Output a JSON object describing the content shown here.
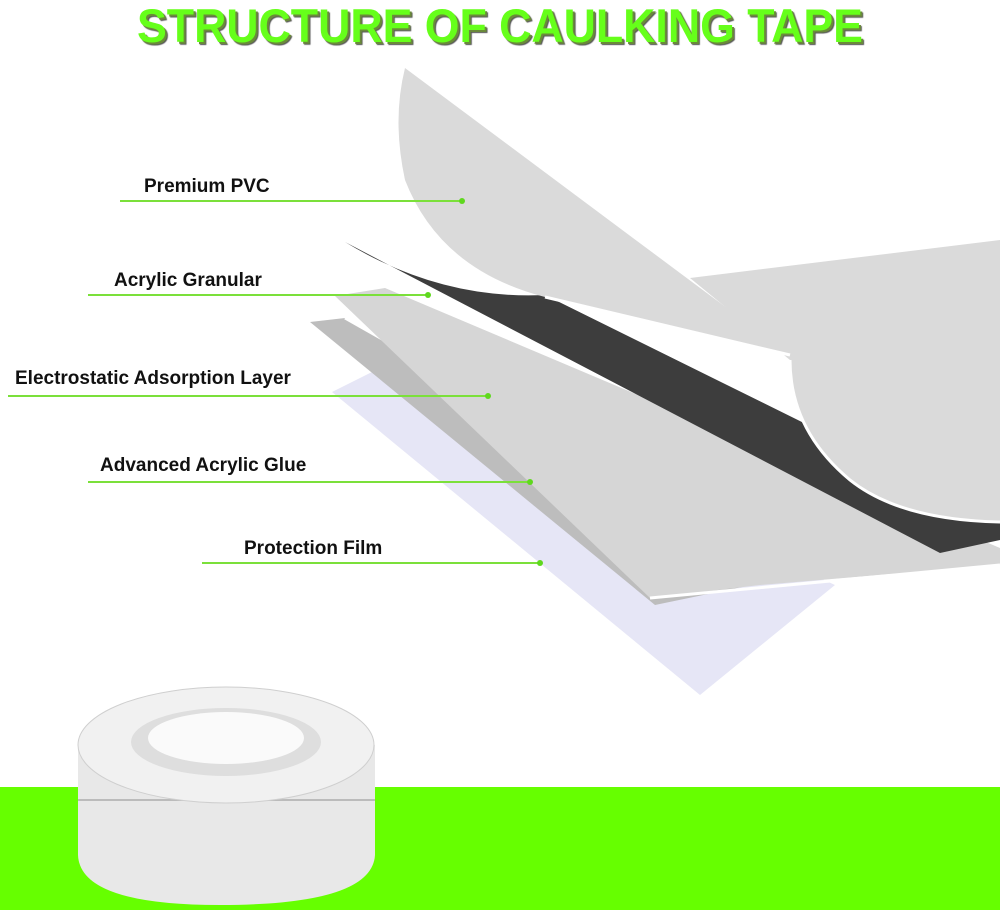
{
  "title": "STRUCTURE OF CAULKING TAPE",
  "layers": [
    {
      "label": "Premium PVC",
      "color": "#dadada"
    },
    {
      "label": "Acrylic Granular",
      "color": "#3d3d3d"
    },
    {
      "label": "Electrostatic Adsorption Layer",
      "color": "#d6d6d6"
    },
    {
      "label": "Advanced Acrylic Glue",
      "color": "#bdbdbd"
    },
    {
      "label": "Protection Film",
      "color": "#e6e6f6"
    }
  ],
  "accent_color": "#66ff00"
}
